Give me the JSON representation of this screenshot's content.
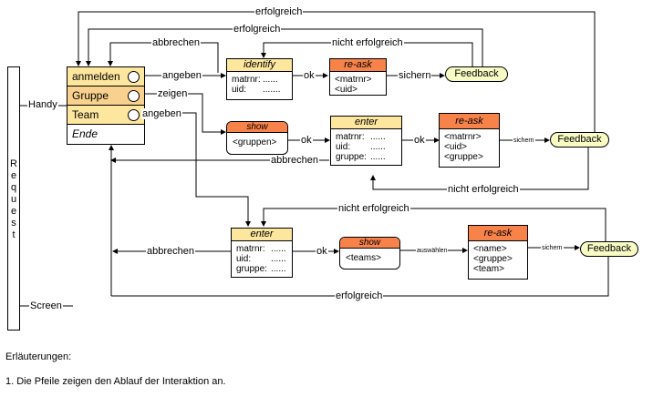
{
  "request": {
    "label": "Request",
    "handy": "Handy",
    "screen": "Screen"
  },
  "menu": {
    "items": [
      {
        "label": "anmelden",
        "has_radio": true
      },
      {
        "label": "Gruppe",
        "has_radio": true
      },
      {
        "label": "Team",
        "has_radio": true
      },
      {
        "label": "Ende",
        "has_radio": false
      }
    ]
  },
  "flows": {
    "row1": {
      "identify": {
        "title": "identify",
        "fields": [
          {
            "k": "matrnr:",
            "v": "......"
          },
          {
            "k": "uid:",
            "v": "......."
          }
        ]
      },
      "reask": {
        "title": "re-ask",
        "fields": [
          "<matrnr>",
          "<uid>"
        ]
      },
      "feedback": "Feedback",
      "labels": {
        "angeben": "angeben",
        "ok": "ok",
        "sichern": "sichern",
        "abbrechen": "abbrechen",
        "nicht_erfolgreich": "nicht erfolgreich",
        "erfolgreich_outer": "erfolgreich",
        "erfolgreich_inner": "erfolgreich"
      }
    },
    "row2": {
      "show": {
        "title": "show",
        "content": "<gruppen>"
      },
      "enter": {
        "title": "enter",
        "fields": [
          {
            "k": "matrnr:",
            "v": "......"
          },
          {
            "k": "uid:",
            "v": "......"
          },
          {
            "k": "gruppe:",
            "v": "......"
          }
        ]
      },
      "reask": {
        "title": "re-ask",
        "fields": [
          "<matrnr>",
          "<uid>",
          "<gruppe>"
        ]
      },
      "feedback": "Feedback",
      "labels": {
        "zeigen": "zeigen",
        "ok1": "ok",
        "ok2": "ok",
        "sichern": "sichern",
        "abbrechen": "abbrechen",
        "nicht_erfolgreich": "nicht erfolgreich"
      }
    },
    "row3": {
      "enter": {
        "title": "enter",
        "fields": [
          {
            "k": "matrnr:",
            "v": "......"
          },
          {
            "k": "uid:",
            "v": "......"
          },
          {
            "k": "gruppe:",
            "v": "......"
          }
        ]
      },
      "show": {
        "title": "show",
        "content": "<teams>"
      },
      "reask": {
        "title": "re-ask",
        "fields": [
          "<name>",
          "<gruppe>",
          "<team>"
        ]
      },
      "feedback": "Feedback",
      "labels": {
        "angeben": "angeben",
        "ok": "ok",
        "auswaehlen": "auswählen",
        "sichern": "sichern",
        "abbrechen": "abbrechen",
        "nicht_erfolgreich": "nicht erfolgreich",
        "erfolgreich": "erfolgreich"
      }
    }
  },
  "notes": {
    "heading": "Erläuterungen:",
    "items": [
      "1.  Die Pfeile zeigen den Ablauf der Interaktion an."
    ]
  }
}
